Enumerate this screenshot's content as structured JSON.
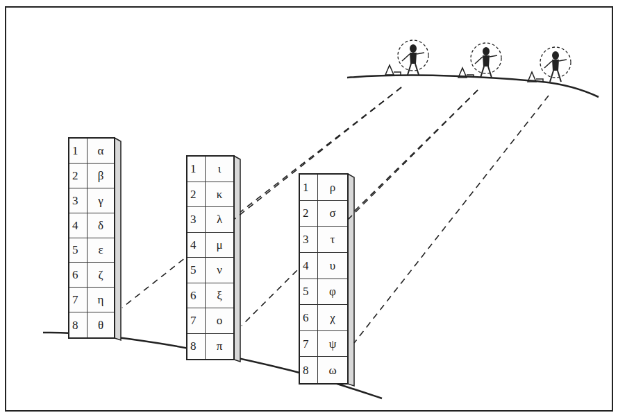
{
  "diagram": {
    "nodes": [
      {
        "text": [
          "1",
          "α",
          "2",
          "β",
          "3",
          "γ",
          "4",
          "δ",
          "5",
          "ε",
          "6",
          "ζ",
          "7",
          "η",
          "8",
          "θ"
        ]
      },
      {
        "text": [
          "1",
          "ι",
          "2",
          "κ",
          "3",
          "λ",
          "4",
          "μ",
          "5",
          "ν",
          "6",
          "ξ",
          "7",
          "ο",
          "8",
          "π"
        ]
      },
      {
        "text": [
          "1",
          "ρ",
          "2",
          "σ",
          "3",
          "τ",
          "4",
          "υ",
          "5",
          "φ",
          "6",
          "χ",
          "7",
          "ψ",
          "8",
          "ω"
        ]
      }
    ]
  }
}
